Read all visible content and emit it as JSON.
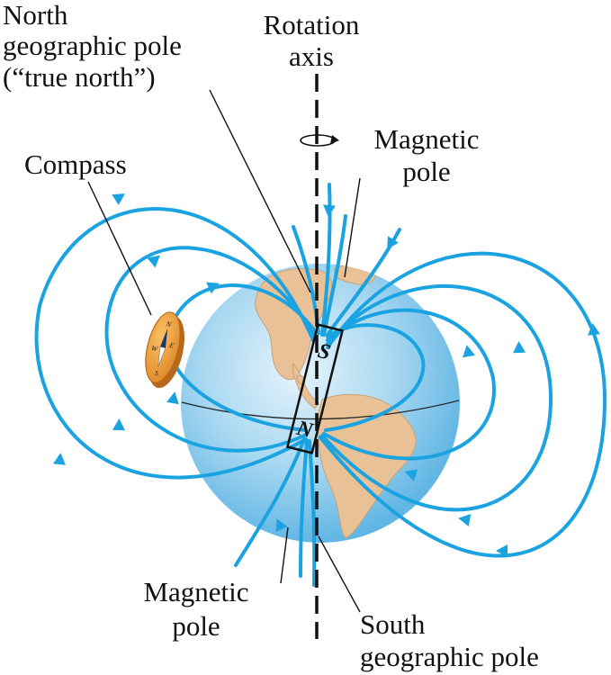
{
  "labels": {
    "north_pole_line1": "North",
    "north_pole_line2": "geographic pole",
    "north_pole_line3": "(“true north”)",
    "rotation_line1": "Rotation",
    "rotation_line2": "axis",
    "magnetic_top_line1": "Magnetic",
    "magnetic_top_line2": "pole",
    "compass": "Compass",
    "magnetic_bottom_line1": "Magnetic",
    "magnetic_bottom_line2": "pole",
    "south_pole_line1": "South",
    "south_pole_line2": "geographic pole"
  },
  "magnet": {
    "top_pole": "S",
    "bottom_pole": "N"
  },
  "compass_dial": {
    "n": "N",
    "e": "E",
    "s": "S",
    "w": "W"
  },
  "colors": {
    "field_lines": "#1aa3e0",
    "globe_light": "#d7eefa",
    "globe_dark": "#5bb3e2",
    "land": "#e8c196",
    "compass": "#e9952f"
  }
}
